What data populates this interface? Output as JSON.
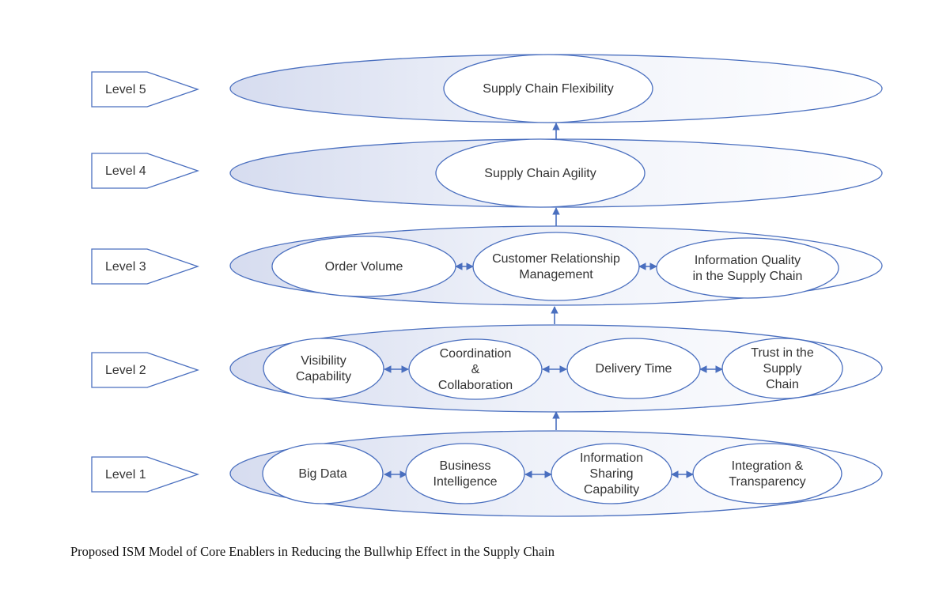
{
  "colors": {
    "line": "#4a6fbf",
    "band_fill": "#e6eaf5",
    "node_fill": "#ffffff",
    "text": "#333333"
  },
  "levels": [
    {
      "label": "Level 5",
      "nodes": [
        "Supply Chain Flexibility"
      ]
    },
    {
      "label": "Level 4",
      "nodes": [
        "Supply Chain Agility"
      ]
    },
    {
      "label": "Level 3",
      "nodes": [
        "Order Volume",
        "Customer Relationship\nManagement",
        "Information Quality\nin the Supply Chain"
      ]
    },
    {
      "label": "Level 2",
      "nodes": [
        "Visibility\nCapability",
        "Coordination\n&\nCollaboration",
        "Delivery Time",
        "Trust in the\nSupply\nChain"
      ]
    },
    {
      "label": "Level 1",
      "nodes": [
        "Big Data",
        "Business\nIntelligence",
        "Information\nSharing\nCapability",
        "Integration &\nTransparency"
      ]
    }
  ],
  "caption": "Proposed ISM Model of Core Enablers in Reducing the Bullwhip Effect in the Supply Chain"
}
